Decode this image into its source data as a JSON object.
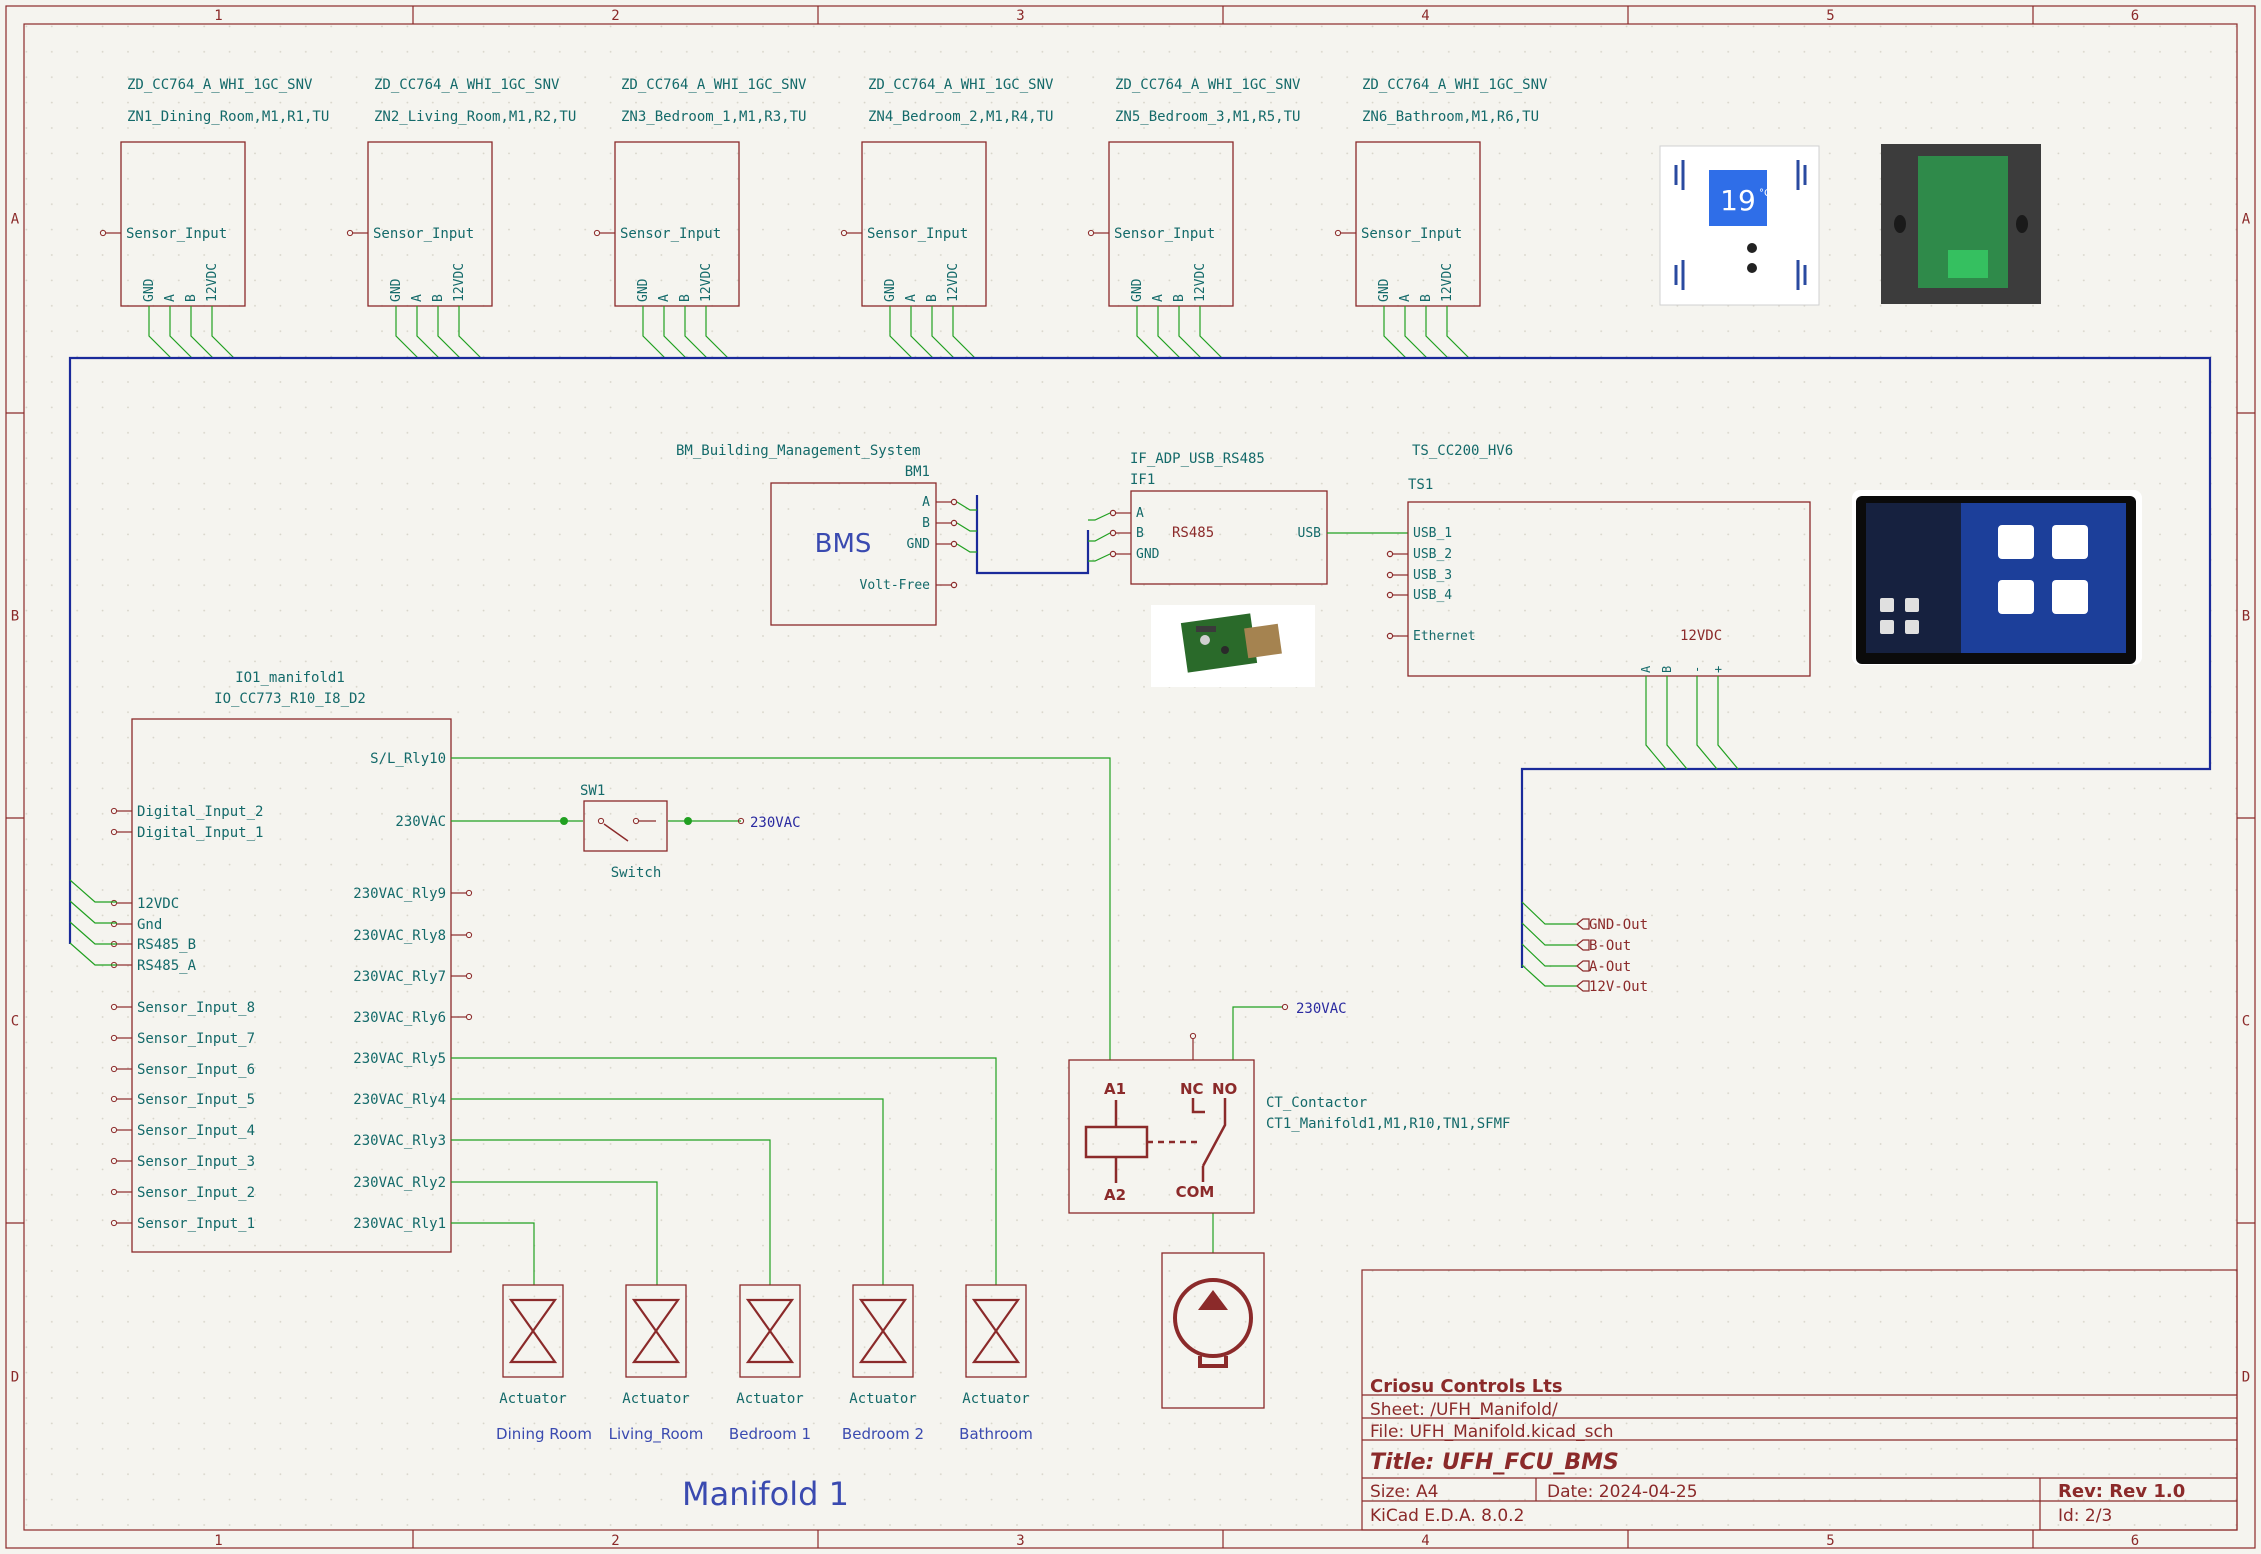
{
  "frame": {
    "col_labels": [
      "1",
      "2",
      "3",
      "4",
      "5",
      "6"
    ],
    "row_labels": [
      "A",
      "B",
      "C",
      "D"
    ]
  },
  "zones": [
    {
      "ref": "ZD_CC764_A_WHI_1GC_SNV",
      "name": "ZN1_Dining_Room,M1,R1,TU"
    },
    {
      "ref": "ZD_CC764_A_WHI_1GC_SNV",
      "name": "ZN2_Living_Room,M1,R2,TU"
    },
    {
      "ref": "ZD_CC764_A_WHI_1GC_SNV",
      "name": "ZN3_Bedroom_1,M1,R3,TU"
    },
    {
      "ref": "ZD_CC764_A_WHI_1GC_SNV",
      "name": "ZN4_Bedroom_2,M1,R4,TU"
    },
    {
      "ref": "ZD_CC764_A_WHI_1GC_SNV",
      "name": "ZN5_Bedroom_3,M1,R5,TU"
    },
    {
      "ref": "ZD_CC764_A_WHI_1GC_SNV",
      "name": "ZN6_Bathroom,M1,R6,TU"
    }
  ],
  "zone_pins": {
    "input": "Sensor_Input",
    "bottom": [
      "GND",
      "A",
      "B",
      "12VDC"
    ]
  },
  "thermostat_display": {
    "temp": "19",
    "unit": "°C"
  },
  "bms": {
    "ref_name": "BM_Building_Management_System",
    "designator": "BM1",
    "label": "BMS",
    "pins": [
      "A",
      "B",
      "GND",
      "Volt-Free"
    ]
  },
  "usb_adapter": {
    "ref_name": "IF_ADP_USB_RS485",
    "designator": "IF1",
    "pins": [
      "A",
      "B",
      "GND"
    ],
    "center_label": "RS485",
    "right_pin": "USB"
  },
  "touchscreen": {
    "ref_name": "TS_CC200_HV6",
    "designator": "TS1",
    "pins": [
      "USB_1",
      "USB_2",
      "USB_3",
      "USB_4",
      "Ethernet"
    ],
    "power_label": "12VDC",
    "bottom_pins": [
      "A",
      "B",
      "-",
      "+"
    ]
  },
  "io_module": {
    "designator": "IO1_manifold1",
    "ref_name": "IO_CC773_R10_I8_D2",
    "left_pins": [
      "Digital_Input_2",
      "Digital_Input_1",
      "12VDC",
      "Gnd",
      "RS485_B",
      "RS485_A",
      "Sensor_Input_8",
      "Sensor_Input_7",
      "Sensor_Input_6",
      "Sensor_Input_5",
      "Sensor_Input_4",
      "Sensor_Input_3",
      "Sensor_Input_2",
      "Sensor_Input_1"
    ],
    "right_pins": [
      "S/L_Rly10",
      "230VAC",
      "230VAC_Rly9",
      "230VAC_Rly8",
      "230VAC_Rly7",
      "230VAC_Rly6",
      "230VAC_Rly5",
      "230VAC_Rly4",
      "230VAC_Rly3",
      "230VAC_Rly2",
      "230VAC_Rly1"
    ]
  },
  "switch": {
    "designator": "SW1",
    "name": "Switch",
    "net_label": "230VAC"
  },
  "hier_labels": [
    "GND-Out",
    "B-Out",
    "A-Out",
    "12V-Out"
  ],
  "contactor": {
    "ref_name": "CT_Contactor",
    "name": "CT1_Manifold1,M1,R10,TN1,SFMF",
    "pins": [
      "A1",
      "A2",
      "NC",
      "NO",
      "COM"
    ],
    "net_label": "230VAC"
  },
  "actuators": [
    {
      "label": "Actuator",
      "room": "Dining Room"
    },
    {
      "label": "Actuator",
      "room": "Living_Room"
    },
    {
      "label": "Actuator",
      "room": "Bedroom 1"
    },
    {
      "label": "Actuator",
      "room": "Bedroom 2"
    },
    {
      "label": "Actuator",
      "room": "Bathroom"
    }
  ],
  "sheet_note": "Manifold 1",
  "title_block": {
    "company": "Criosu Controls Lts",
    "sheet": "Sheet: /UFH_Manifold/",
    "file": "File: UFH_Manifold.kicad_sch",
    "title": "Title: UFH_FCU_BMS",
    "size": "Size: A4",
    "date": "Date: 2024-04-25",
    "rev": "Rev: Rev 1.0",
    "tool": "KiCad E.D.A. 8.0.2",
    "id": "Id: 2/3"
  },
  "colors": {
    "border": "#8b2a2a",
    "component": "#8b2a2a",
    "text": "#146a6a",
    "wire": "#21a021",
    "bus": "#1a2a9a",
    "net_label": "#2a2aa0",
    "background": "#f5f4ef"
  }
}
